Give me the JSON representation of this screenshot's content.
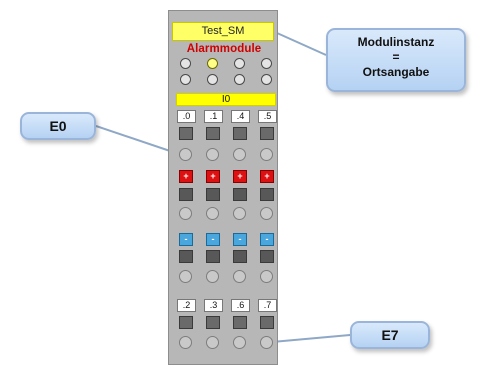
{
  "module": {
    "title": "Test_SM",
    "subtitle": "Alarmmodule",
    "io_label": "I0",
    "led_rows": [
      [
        false,
        true,
        false,
        false
      ],
      [
        false,
        false,
        false,
        false
      ]
    ],
    "top_channels": [
      ".0",
      ".1",
      ".4",
      ".5"
    ],
    "bottom_channels": [
      ".2",
      ".3",
      ".6",
      ".7"
    ],
    "plus_symbol": "+",
    "minus_symbol": "-"
  },
  "callouts": {
    "e0": "E0",
    "e7": "E7",
    "module_line1": "Modulinstanz",
    "module_line2": "=",
    "module_line3": "Ortsangabe"
  },
  "colors": {
    "title_bg": "#ffff66",
    "io_bg": "#ffff00",
    "alarm_text": "#d10000",
    "plus_button": "#dd1111",
    "minus_button": "#4aa7dd",
    "callout_bg": "#c8ddf6"
  }
}
